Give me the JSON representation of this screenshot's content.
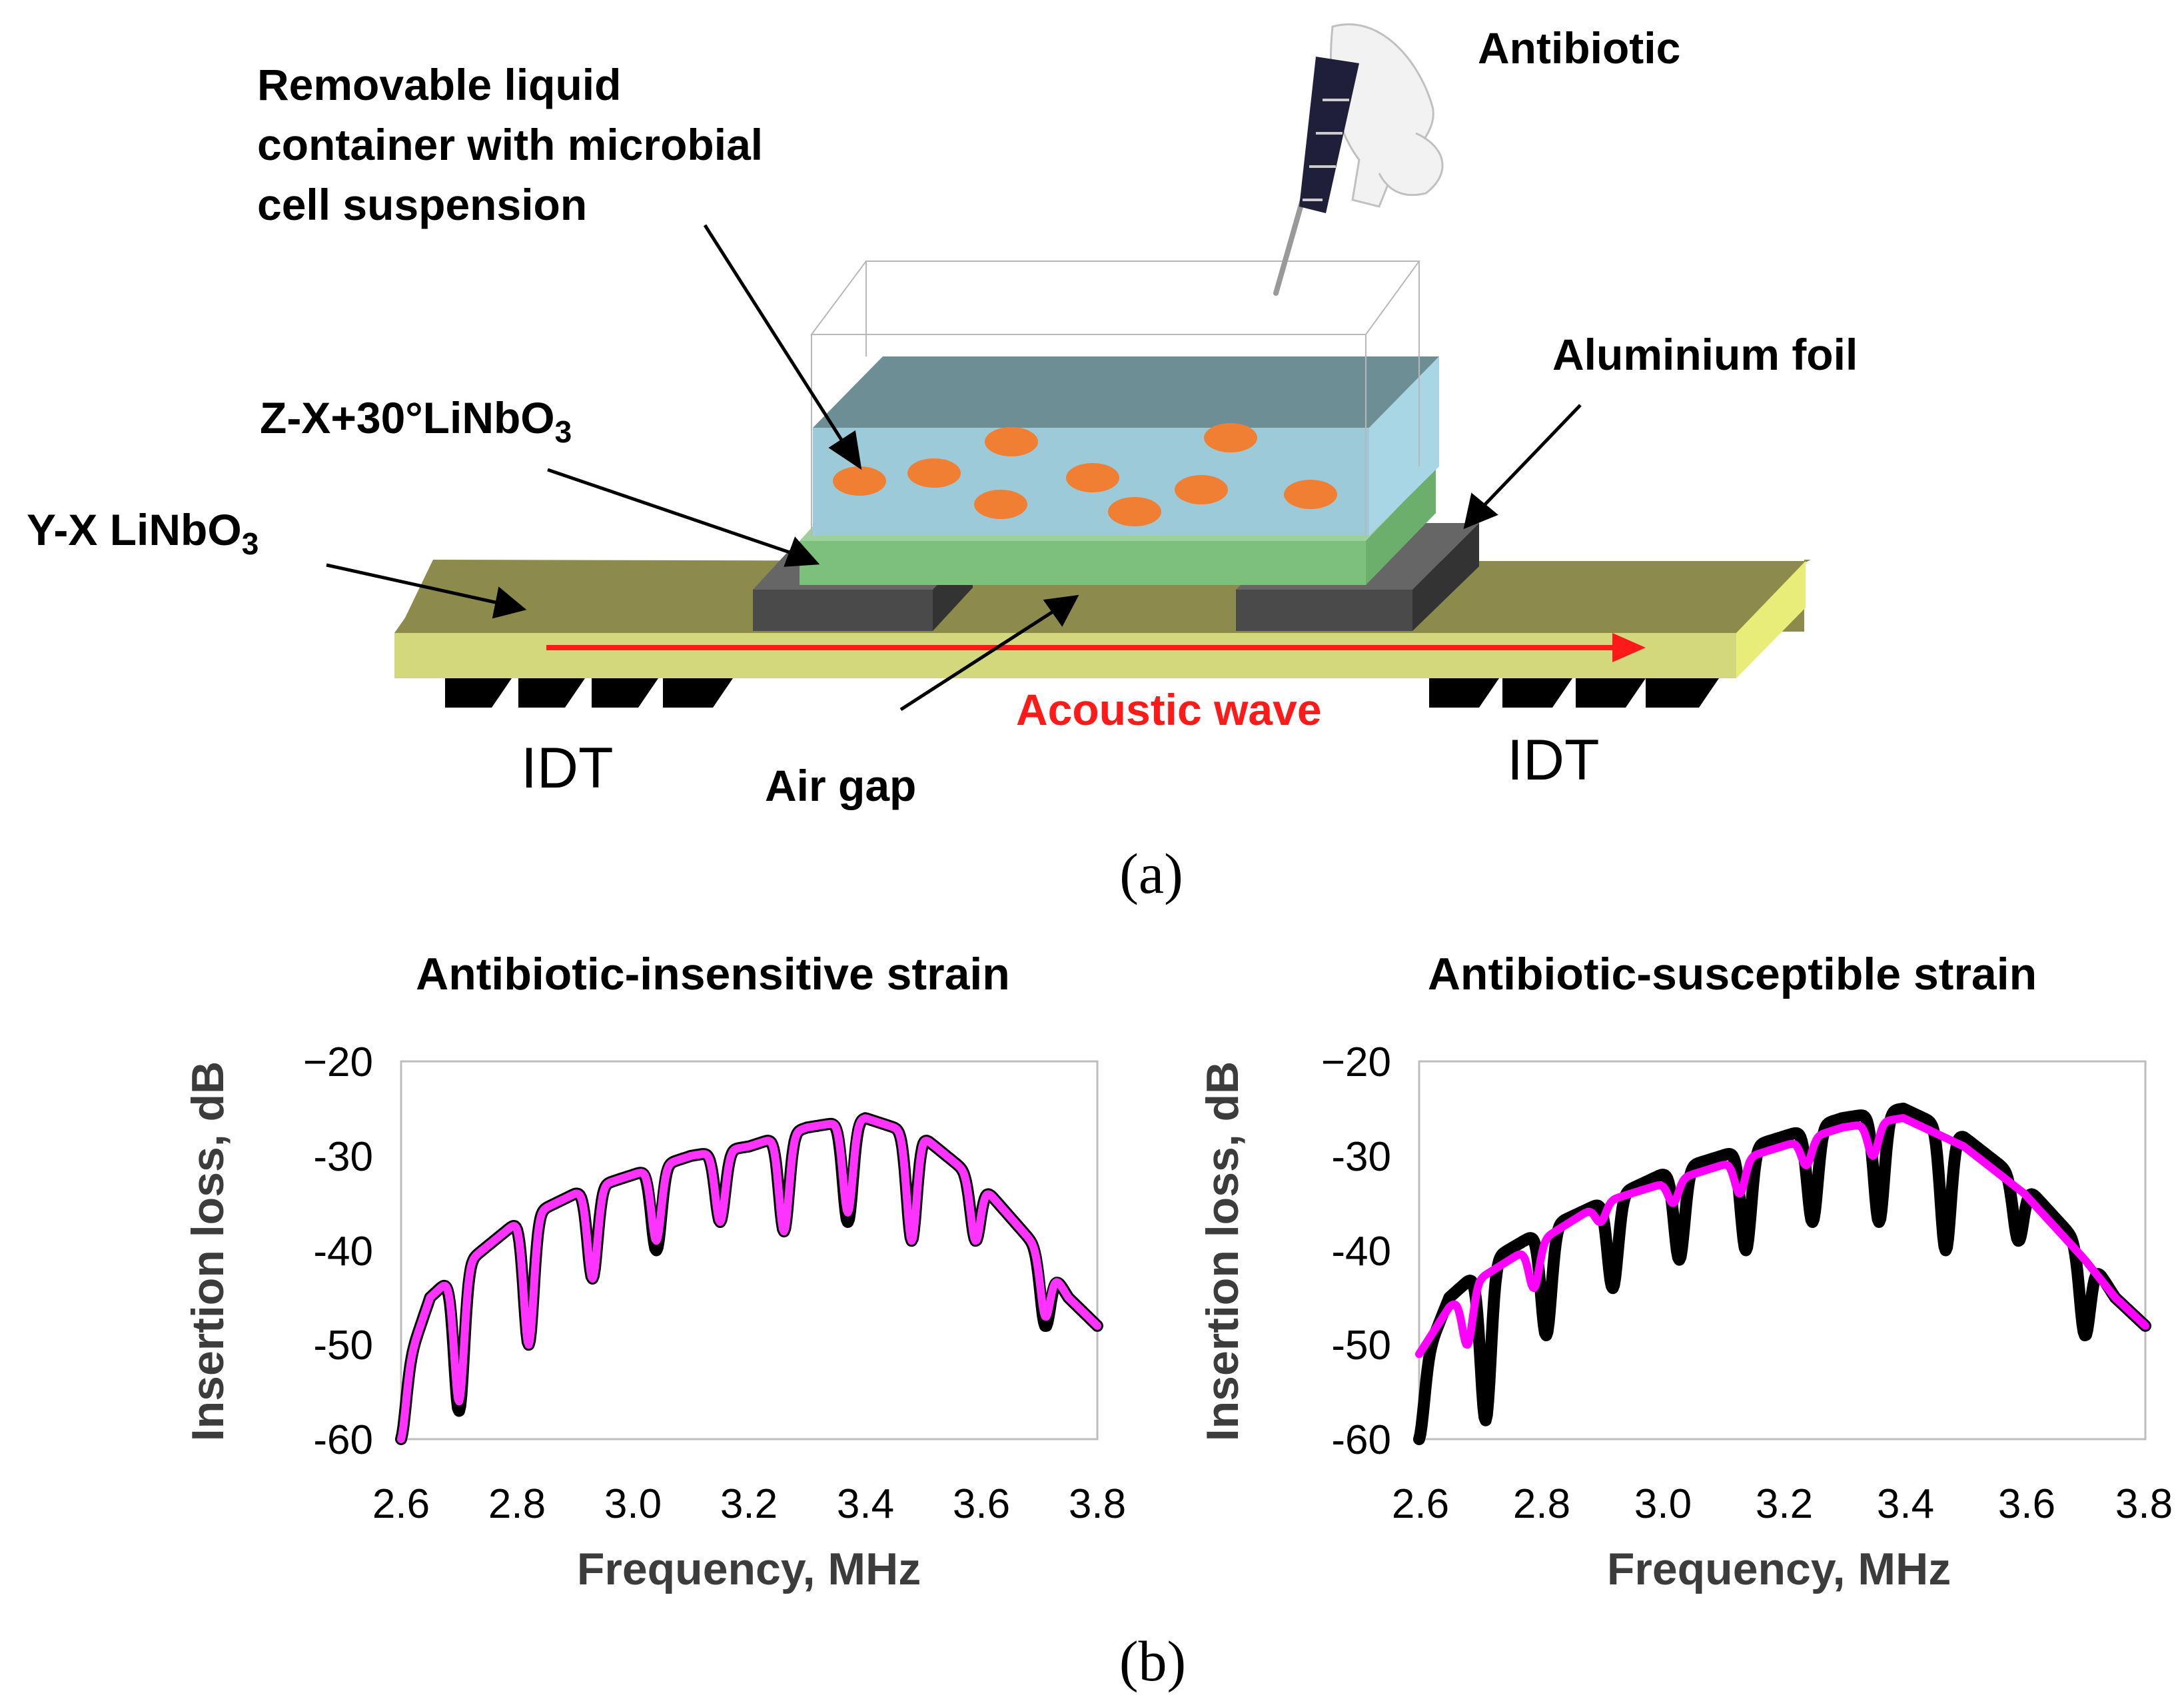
{
  "figure_a": {
    "caption": "(a)",
    "labels": {
      "antibiotic": "Antibiotic",
      "container_line1": "Removable liquid",
      "container_line2": "container with microbial",
      "container_line3": "cell suspension",
      "aluminium_foil": "Aluminium foil",
      "zx_main": "Z-X+30°LiNbO",
      "zx_sub": "3",
      "yx_main": "Y-X LiNbO",
      "yx_sub": "3",
      "acoustic_wave": "Acoustic wave",
      "idt_left": "IDT",
      "idt_right": "IDT",
      "air_gap": "Air gap"
    },
    "colors": {
      "substrate_top": "#8c8b4c",
      "substrate_front": "#d4d87c",
      "substrate_side": "#e8ec78",
      "green_layer": "#7cc07c",
      "liquid_front": "#9ccad8",
      "liquid_top": "#6e8e96",
      "cells": "#f07f33",
      "foil": "#4a4a4a",
      "wave_arrow": "#ff1a1a",
      "idt": "#000000"
    },
    "icons": [
      "pipette-hand-icon"
    ]
  },
  "figure_b": {
    "caption": "(b)"
  },
  "chart_data": [
    {
      "type": "line",
      "title": "Antibiotic-insensitive strain",
      "xlabel": "Frequency, MHz",
      "ylabel": "Insertion loss, dB",
      "xlim": [
        2.6,
        3.8
      ],
      "ylim": [
        -60,
        -20
      ],
      "xticks": [
        "2.6",
        "2.8",
        "3.0",
        "3.2",
        "3.4",
        "3.6",
        "3.8"
      ],
      "yticks": [
        "−20",
        "-30",
        "-40",
        "-50",
        "-60"
      ],
      "series": [
        {
          "color": "#000000",
          "envelope": [
            [
              2.6,
              -54
            ],
            [
              2.65,
              -45
            ],
            [
              2.72,
              -41
            ],
            [
              2.8,
              -37
            ],
            [
              2.9,
              -34
            ],
            [
              3.0,
              -32
            ],
            [
              3.1,
              -30
            ],
            [
              3.2,
              -29
            ],
            [
              3.3,
              -27
            ],
            [
              3.4,
              -26
            ],
            [
              3.5,
              -28
            ],
            [
              3.6,
              -33
            ],
            [
              3.7,
              -40
            ],
            [
              3.75,
              -45
            ],
            [
              3.8,
              -48
            ]
          ],
          "dips": [
            [
              2.6,
              -60
            ],
            [
              2.7,
              -57
            ],
            [
              2.82,
              -50
            ],
            [
              2.93,
              -43
            ],
            [
              3.04,
              -40
            ],
            [
              3.15,
              -37
            ],
            [
              3.26,
              -38
            ],
            [
              3.37,
              -37
            ],
            [
              3.48,
              -39
            ],
            [
              3.59,
              -39
            ],
            [
              3.71,
              -48
            ]
          ]
        },
        {
          "color": "#ff33ff",
          "envelope": [
            [
              2.6,
              -54
            ],
            [
              2.65,
              -45
            ],
            [
              2.72,
              -41
            ],
            [
              2.8,
              -37
            ],
            [
              2.9,
              -34
            ],
            [
              3.0,
              -32
            ],
            [
              3.1,
              -30
            ],
            [
              3.2,
              -29
            ],
            [
              3.3,
              -27
            ],
            [
              3.4,
              -26
            ],
            [
              3.5,
              -28
            ],
            [
              3.6,
              -33
            ],
            [
              3.7,
              -40
            ],
            [
              3.75,
              -45
            ],
            [
              3.8,
              -48
            ]
          ],
          "dips": [
            [
              2.6,
              -60
            ],
            [
              2.7,
              -56
            ],
            [
              2.82,
              -50
            ],
            [
              2.93,
              -43
            ],
            [
              3.04,
              -39
            ],
            [
              3.15,
              -37
            ],
            [
              3.26,
              -38
            ],
            [
              3.37,
              -36
            ],
            [
              3.48,
              -39
            ],
            [
              3.59,
              -39
            ],
            [
              3.71,
              -47
            ]
          ]
        }
      ]
    },
    {
      "type": "line",
      "title": "Antibiotic-susceptible strain",
      "xlabel": "Frequency, MHz",
      "ylabel": "Insertion loss, dB",
      "xlim": [
        2.6,
        3.8
      ],
      "ylim": [
        -60,
        -20
      ],
      "xticks": [
        "2.6",
        "2.8",
        "3.0",
        "3.2",
        "3.4",
        "3.6",
        "3.8"
      ],
      "yticks": [
        "−20",
        "-30",
        "-40",
        "-50",
        "-60"
      ],
      "series": [
        {
          "color": "#000000",
          "envelope": [
            [
              2.6,
              -53
            ],
            [
              2.65,
              -45
            ],
            [
              2.72,
              -41
            ],
            [
              2.8,
              -38
            ],
            [
              2.9,
              -35
            ],
            [
              3.0,
              -32
            ],
            [
              3.1,
              -30
            ],
            [
              3.2,
              -28
            ],
            [
              3.3,
              -26
            ],
            [
              3.4,
              -25
            ],
            [
              3.5,
              -28
            ],
            [
              3.6,
              -33
            ],
            [
              3.7,
              -40
            ],
            [
              3.75,
              -45
            ],
            [
              3.8,
              -48
            ]
          ],
          "dips": [
            [
              2.6,
              -60
            ],
            [
              2.71,
              -58
            ],
            [
              2.81,
              -49
            ],
            [
              2.92,
              -44
            ],
            [
              3.03,
              -41
            ],
            [
              3.14,
              -40
            ],
            [
              3.25,
              -37
            ],
            [
              3.36,
              -37
            ],
            [
              3.47,
              -40
            ],
            [
              3.59,
              -39
            ],
            [
              3.7,
              -49
            ]
          ]
        },
        {
          "color": "#ff00ff",
          "envelope": [
            [
              2.6,
              -51
            ],
            [
              2.65,
              -46
            ],
            [
              2.7,
              -43
            ],
            [
              2.8,
              -39
            ],
            [
              2.9,
              -35
            ],
            [
              3.0,
              -33
            ],
            [
              3.1,
              -31
            ],
            [
              3.2,
              -29
            ],
            [
              3.3,
              -27
            ],
            [
              3.4,
              -26
            ],
            [
              3.5,
              -29
            ],
            [
              3.6,
              -34
            ],
            [
              3.7,
              -41
            ],
            [
              3.75,
              -45
            ],
            [
              3.8,
              -48
            ]
          ],
          "dips": [
            [
              2.68,
              -50
            ],
            [
              2.79,
              -44
            ],
            [
              2.9,
              -37
            ],
            [
              3.02,
              -35
            ],
            [
              3.13,
              -34
            ],
            [
              3.24,
              -31
            ],
            [
              3.35,
              -30
            ]
          ]
        }
      ]
    }
  ]
}
